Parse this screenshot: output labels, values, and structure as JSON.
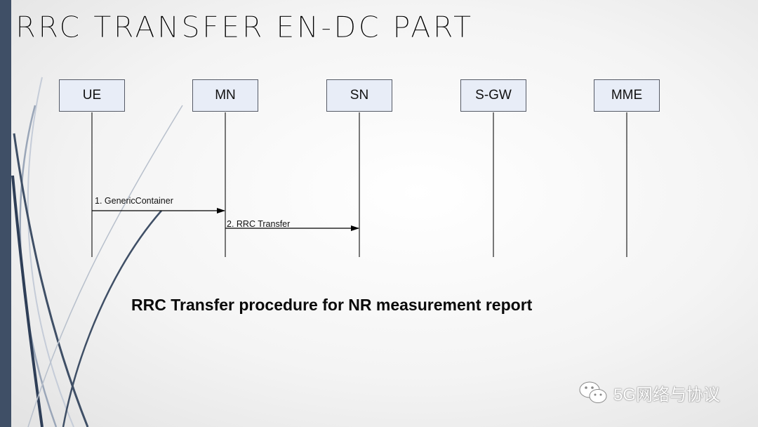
{
  "slide": {
    "title": "RRC TRANSFER EN-DC PART",
    "caption": "RRC Transfer procedure for NR measurement report"
  },
  "entities": [
    {
      "id": "ue",
      "label": "UE"
    },
    {
      "id": "mn",
      "label": "MN"
    },
    {
      "id": "sn",
      "label": "SN"
    },
    {
      "id": "sgw",
      "label": "S-GW"
    },
    {
      "id": "mme",
      "label": "MME"
    }
  ],
  "messages": [
    {
      "label": "1. GenericContainer",
      "from": "ue",
      "to": "mn"
    },
    {
      "label": "2. RRC Transfer",
      "from": "mn",
      "to": "sn"
    }
  ],
  "watermark": {
    "text": "5G网络与协议",
    "icon": "wechat-icon"
  },
  "colors": {
    "entity_fill": "#e8edf7",
    "accent_bar": "#3f4f66"
  }
}
